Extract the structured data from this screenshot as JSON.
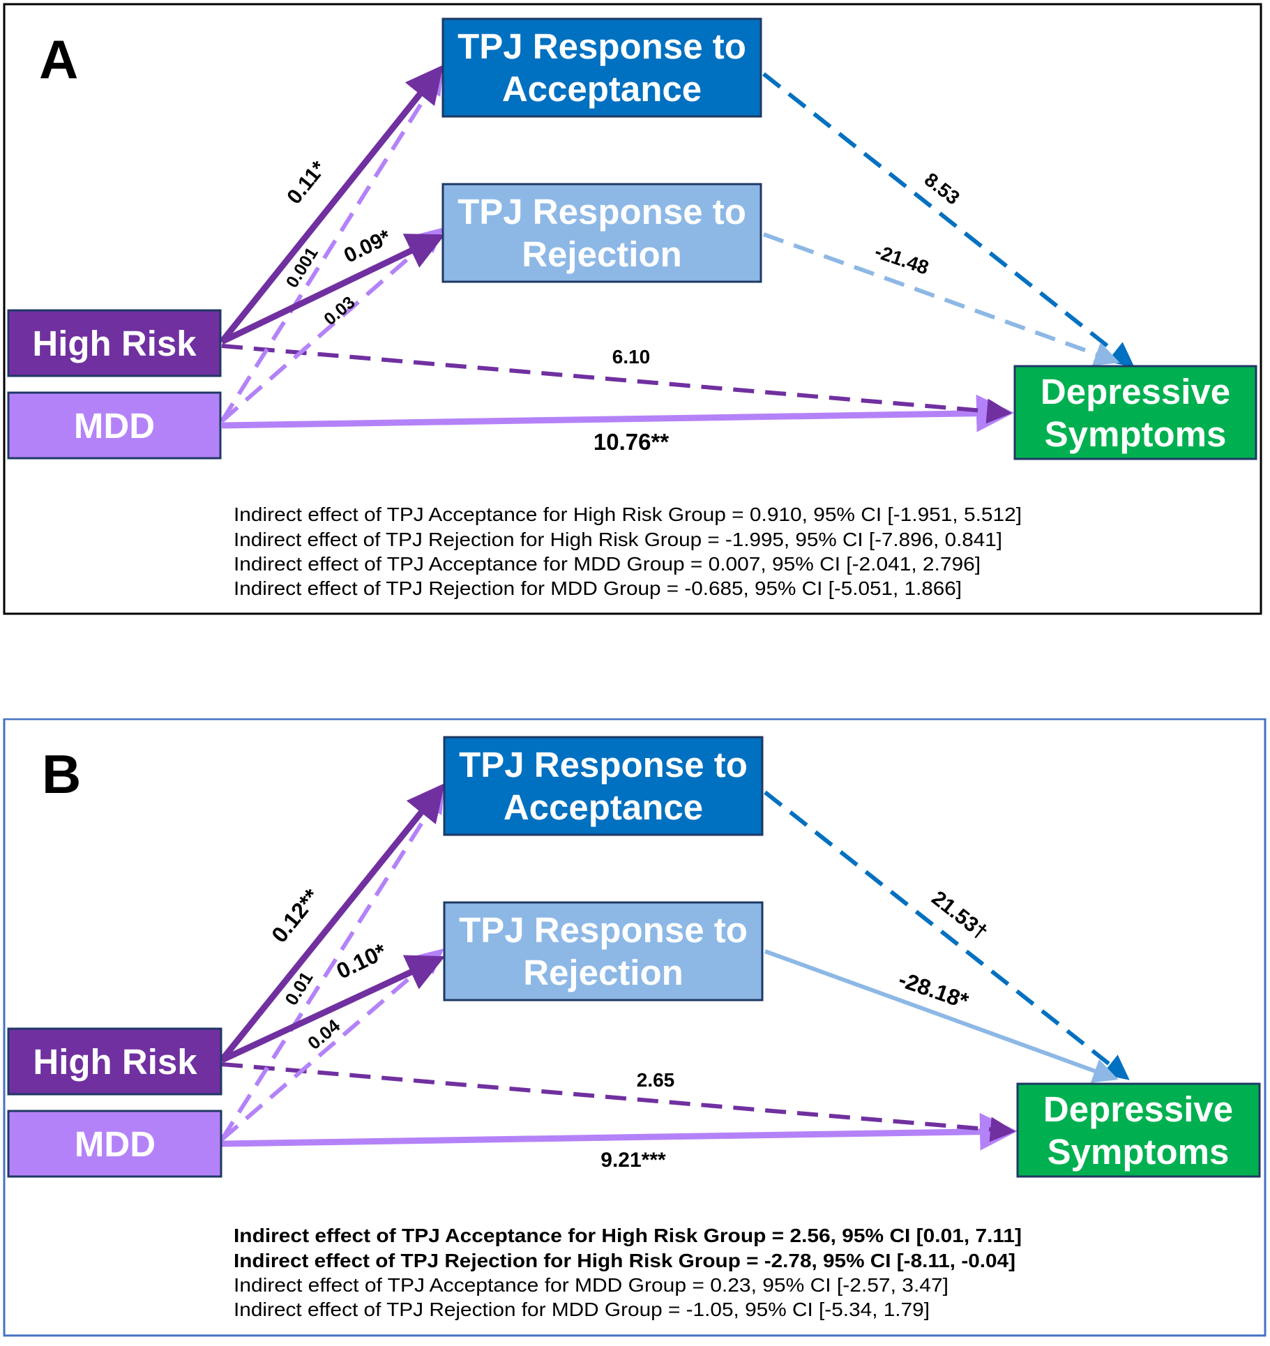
{
  "colors": {
    "purple_dark": "#7030A0",
    "purple_light": "#B482F8",
    "blue_dark": "#0070C0",
    "blue_light": "#8DB8E6",
    "green": "#00B050",
    "box_text": "#ffffff"
  },
  "panels": [
    {
      "letter": "A",
      "nodes": {
        "tpj_acceptance": [
          "TPJ Response to",
          "Acceptance"
        ],
        "tpj_rejection": [
          "TPJ Response to",
          "Rejection"
        ],
        "high_risk": "High Risk",
        "mdd": "MDD",
        "depressive": [
          "Depressive",
          "Symptoms"
        ]
      },
      "paths": {
        "hr_to_accept": "0.11*",
        "mdd_to_accept": "0.001",
        "hr_to_reject": "0.09*",
        "mdd_to_reject": "0.03",
        "accept_to_dep": "8.53",
        "reject_to_dep": "-21.48",
        "hr_to_dep": "6.10",
        "mdd_to_dep": "10.76**"
      },
      "indirect": [
        "Indirect effect of TPJ Acceptance for High Risk Group =  0.910, 95% CI [-1.951, 5.512]",
        "Indirect effect of TPJ Rejection for High Risk Group = -1.995, 95% CI [-7.896, 0.841]",
        "Indirect effect of TPJ Acceptance for MDD Group =  0.007, 95% CI [-2.041, 2.796]",
        "Indirect effect of TPJ Rejection for MDD Group = -0.685, 95% CI [-5.051, 1.866]"
      ]
    },
    {
      "letter": "B",
      "nodes": {
        "tpj_acceptance": [
          "TPJ Response to",
          "Acceptance"
        ],
        "tpj_rejection": [
          "TPJ Response to",
          "Rejection"
        ],
        "high_risk": "High Risk",
        "mdd": "MDD",
        "depressive": [
          "Depressive",
          "Symptoms"
        ]
      },
      "paths": {
        "hr_to_accept": "0.12**",
        "mdd_to_accept": "0.01",
        "hr_to_reject": "0.10*",
        "mdd_to_reject": "0.04",
        "accept_to_dep": "21.53†",
        "reject_to_dep": "-28.18*",
        "hr_to_dep": "2.65",
        "mdd_to_dep": "9.21***"
      },
      "indirect": [
        "Indirect effect of TPJ Acceptance for High Risk Group =  2.56, 95% CI [0.01, 7.11]",
        "Indirect effect of TPJ Rejection for High Risk Group = -2.78, 95% CI [-8.11, -0.04]",
        "Indirect effect of TPJ Acceptance for MDD Group =  0.23, 95% CI [-2.57, 3.47]",
        "Indirect effect of TPJ Rejection for MDD Group = -1.05, 95% CI [-5.34, 1.79]"
      ]
    }
  ]
}
